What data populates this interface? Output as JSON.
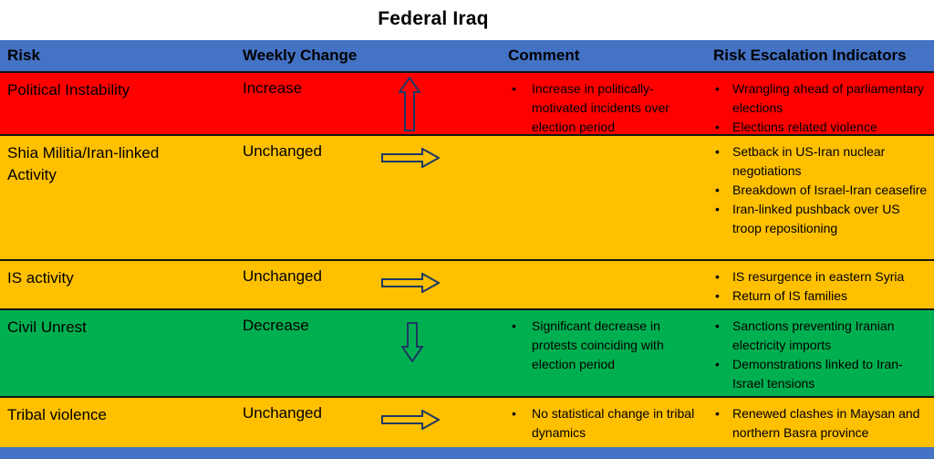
{
  "title": "Federal Iraq",
  "colors": {
    "header": "#4472C4",
    "red": "#FF0000",
    "amber": "#FFC000",
    "green": "#00B050",
    "arrow_stroke": "#1F3864",
    "separator": "#141414"
  },
  "table": {
    "headers": {
      "risk": "Risk",
      "weekly_change": "Weekly Change",
      "comment": "Comment",
      "indicators": "Risk Escalation Indicators"
    },
    "rows": [
      {
        "risk": "Political Instability",
        "weekly_change": "Increase",
        "arrow": "up",
        "color": "#FF0000",
        "comments": [
          "Increase in politically-motivated incidents over election period"
        ],
        "indicators": [
          "Wrangling ahead of parliamentary elections",
          "Elections related violence"
        ]
      },
      {
        "risk": "Shia Militia/Iran-linked Activity",
        "weekly_change": "Unchanged",
        "arrow": "right",
        "color": "#FFC000",
        "comments": [],
        "indicators": [
          "Setback in US-Iran nuclear negotiations",
          "Breakdown of Israel-Iran ceasefire",
          "Iran-linked pushback over US troop repositioning"
        ]
      },
      {
        "risk": "IS activity",
        "weekly_change": "Unchanged",
        "arrow": "right",
        "color": "#FFC000",
        "comments": [],
        "indicators": [
          "IS resurgence in eastern Syria",
          "Return of IS families"
        ]
      },
      {
        "risk": "Civil Unrest",
        "weekly_change": "Decrease",
        "arrow": "down",
        "color": "#00B050",
        "comments": [
          "Significant decrease in protests coinciding with election period"
        ],
        "indicators": [
          "Sanctions preventing Iranian electricity imports",
          "Demonstrations linked to Iran-Israel tensions"
        ]
      },
      {
        "risk": "Tribal violence",
        "weekly_change": "Unchanged",
        "arrow": "right",
        "color": "#FFC000",
        "comments": [
          "No statistical change in tribal dynamics"
        ],
        "indicators": [
          "Renewed clashes in Maysan and northern Basra province"
        ]
      }
    ]
  }
}
